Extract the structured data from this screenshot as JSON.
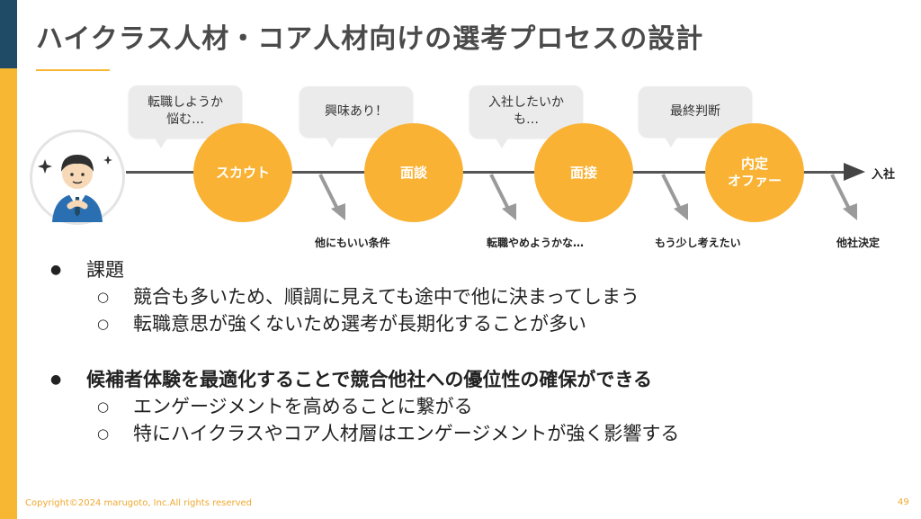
{
  "slide": {
    "title": "ハイクラス人材・コア人材向けの選考プロセスの設計",
    "footer": "Copyright©2024 marugoto, Inc.All rights reserved",
    "page_number": "49"
  },
  "colors": {
    "accent": "#f9b233",
    "navy": "#1f4b66",
    "bubble": "#ebebeb",
    "arrow": "#444444"
  },
  "timeline": {
    "end_label": "入社",
    "stages": [
      {
        "label": "スカウト",
        "bubble": "転職しようか\n悩む…"
      },
      {
        "label": "面談",
        "bubble": "興味あり！"
      },
      {
        "label": "面接",
        "bubble": "入社したいか\nも…"
      },
      {
        "label": "内定\nオファー",
        "bubble": "最終判断"
      }
    ],
    "dropouts": [
      "他にもいい条件",
      "転職やめようかな…",
      "もう少し考えたい",
      "他社決定"
    ]
  },
  "bullets": [
    {
      "text": "課題",
      "bold": false,
      "children": [
        "競合も多いため、順調に見えても途中で他に決まってしまう",
        "転職意思が強くないため選考が長期化することが多い"
      ]
    },
    {
      "text": "候補者体験を最適化することで競合他社への優位性の確保ができる",
      "bold": true,
      "children": [
        "エンゲージメントを高めることに繋がる",
        "特にハイクラスやコア人材層はエンゲージメントが強く影響する"
      ]
    }
  ]
}
